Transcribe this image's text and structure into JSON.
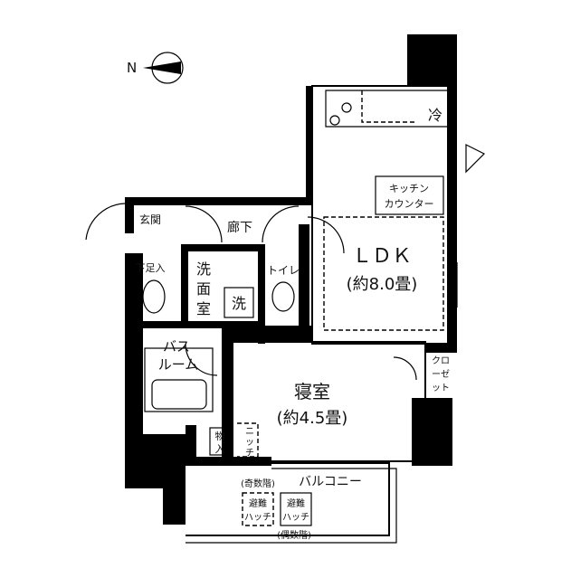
{
  "compass": {
    "north_label": "N"
  },
  "rooms": {
    "refrigerator": "冷",
    "kitchen_counter": [
      "キッチン",
      "カウンター"
    ],
    "ldk": {
      "name": "ＬＤＫ",
      "size": "(約8.0畳)"
    },
    "entrance": "玄関",
    "hallway": "廊下",
    "shoe_storage": "下足入",
    "washroom": [
      "洗",
      "面",
      "室"
    ],
    "washer": "洗",
    "toilet": "トイレ",
    "bathroom": [
      "バス",
      "ルーム"
    ],
    "bedroom": {
      "name": "寝室",
      "size": "(約4.5畳)"
    },
    "closet": [
      "クロ",
      "ーゼ",
      "ット"
    ],
    "storage": [
      "物",
      "入"
    ],
    "niche": [
      "ニ",
      "ッ",
      "チ"
    ],
    "balcony": "バルコニー",
    "hatch_odd": {
      "floor": "(奇数階)",
      "label": [
        "避難",
        "ハッチ"
      ]
    },
    "hatch_even": {
      "floor": "(偶数階)",
      "label": [
        "避難",
        "ハッチ"
      ]
    }
  }
}
